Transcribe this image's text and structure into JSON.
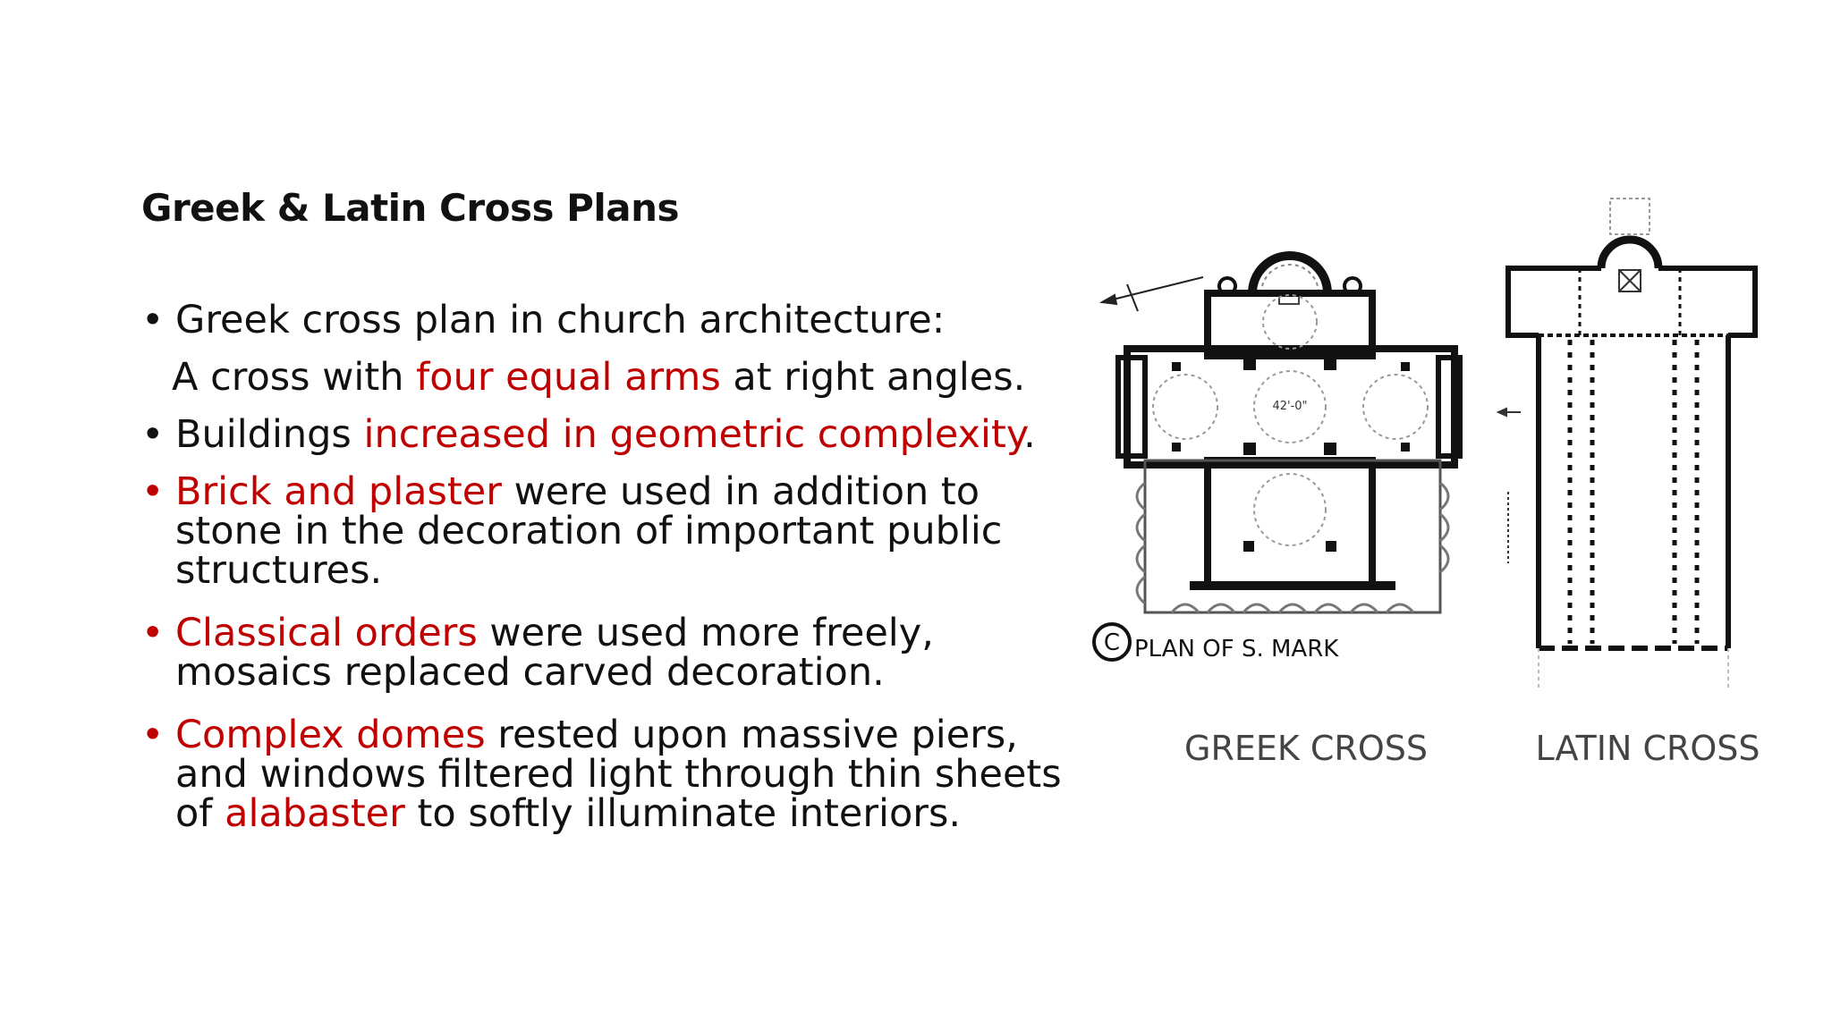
{
  "slide": {
    "title": "Greek & Latin Cross Plans",
    "bullets": [
      {
        "bullet": "•",
        "parts": [
          "Greek cross plan in church architecture:"
        ]
      },
      {
        "indent_line": true,
        "parts": [
          "A cross with ",
          "four equal arms",
          " at right angles."
        ]
      },
      {
        "bullet": "•",
        "parts": [
          "Buildings ",
          "increased in geometric complexity",
          "."
        ]
      },
      {
        "bullet": "•",
        "parts": [
          "Brick and plaster",
          " were used in addition to",
          "stone in the decoration of important public",
          "structures."
        ]
      },
      {
        "bullet": "•",
        "parts": [
          "Classical orders",
          " were used more freely,",
          "mosaics replaced carved decoration."
        ]
      },
      {
        "bullet": "•",
        "parts": [
          "Complex domes",
          " rested upon massive piers,",
          "and windows filtered light through thin sheets",
          "of ",
          "alabaster",
          " to softly illuminate interiors."
        ]
      }
    ],
    "colors": {
      "text": "#111111",
      "accent_red": "#c00000",
      "background": "#ffffff"
    }
  },
  "figure": {
    "plan_caption": "PLAN OF S. MARK",
    "copyright_mark": "C",
    "dome_dimension": "42'-0\"",
    "greek_label": "GREEK CROSS",
    "latin_label": "LATIN CROSS"
  }
}
